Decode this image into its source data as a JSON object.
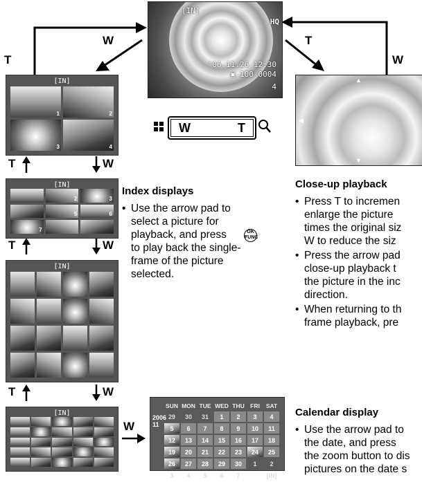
{
  "labels": {
    "top_left_w": "W",
    "top_left_t": "T",
    "top_right_t": "T",
    "top_right_w": "W",
    "row1_t": "T",
    "row1_w": "W",
    "row2_t": "T",
    "row2_w": "W",
    "row3_t": "T",
    "row3_w": "W",
    "cal_w": "W"
  },
  "main_photo": {
    "mem_tag": "[IN]",
    "quality": "HQ",
    "datetime": "'06.11.26  12:30",
    "file_no": "100-0004",
    "frame": "4"
  },
  "zoom_lever": {
    "w_label": "W",
    "t_label": "T",
    "wide_icon": "index-grid-icon",
    "tele_icon": "magnifier-icon"
  },
  "index_panels": [
    {
      "tag": "[IN]",
      "cols": 2,
      "rows": 2,
      "cells": 4,
      "marks": [
        "1",
        "2",
        "3",
        "4"
      ]
    },
    {
      "tag": "[IN]",
      "cols": 3,
      "rows": 3,
      "cells": 9,
      "marks": [
        "",
        "2",
        "3",
        "",
        "5",
        "6",
        "7",
        "",
        ""
      ]
    },
    {
      "tag": "[IN]",
      "cols": 4,
      "rows": 4,
      "cells": 16,
      "marks": []
    },
    {
      "tag": "[IN]",
      "cols": 5,
      "rows": 5,
      "cells": 25,
      "marks": []
    }
  ],
  "index_section": {
    "title": "Index displays",
    "bullets": [
      "Use the arrow pad to\nselect a picture for\nplayback, and press     \nto play back the single-\nframe of the picture\nselected."
    ],
    "ok_label_top": "OK",
    "ok_label_bottom": "FUNC"
  },
  "closeup_section": {
    "title": "Close-up playback",
    "bullets": [
      "Press T to incremen\nenlarge the picture\ntimes the original siz\nW to reduce the siz",
      "Press the arrow pad\nclose-up playback t\nthe picture in the inc\ndirection.",
      "When returning to th\nframe playback, pre"
    ]
  },
  "calendar_section": {
    "title": "Calendar display",
    "bullets": [
      "Use the arrow pad to\nthe date, and press\nthe zoom button to dis\npictures on the date s"
    ]
  },
  "calendar": {
    "year": "2006",
    "month": "11",
    "weekdays": [
      "SUN",
      "MON",
      "TUE",
      "WED",
      "THU",
      "FRI",
      "SAT"
    ],
    "weeks": [
      [
        "29",
        "30",
        "31",
        "1",
        "2",
        "3",
        "4"
      ],
      [
        "5",
        "6",
        "7",
        "8",
        "9",
        "10",
        "11"
      ],
      [
        "12",
        "13",
        "14",
        "15",
        "16",
        "17",
        "18"
      ],
      [
        "19",
        "20",
        "21",
        "22",
        "23",
        "24",
        "25"
      ],
      [
        "26",
        "27",
        "28",
        "29",
        "30",
        "1",
        "2"
      ],
      [
        "3",
        "4",
        "5",
        "6",
        "7",
        "",
        "[IN]"
      ]
    ]
  }
}
